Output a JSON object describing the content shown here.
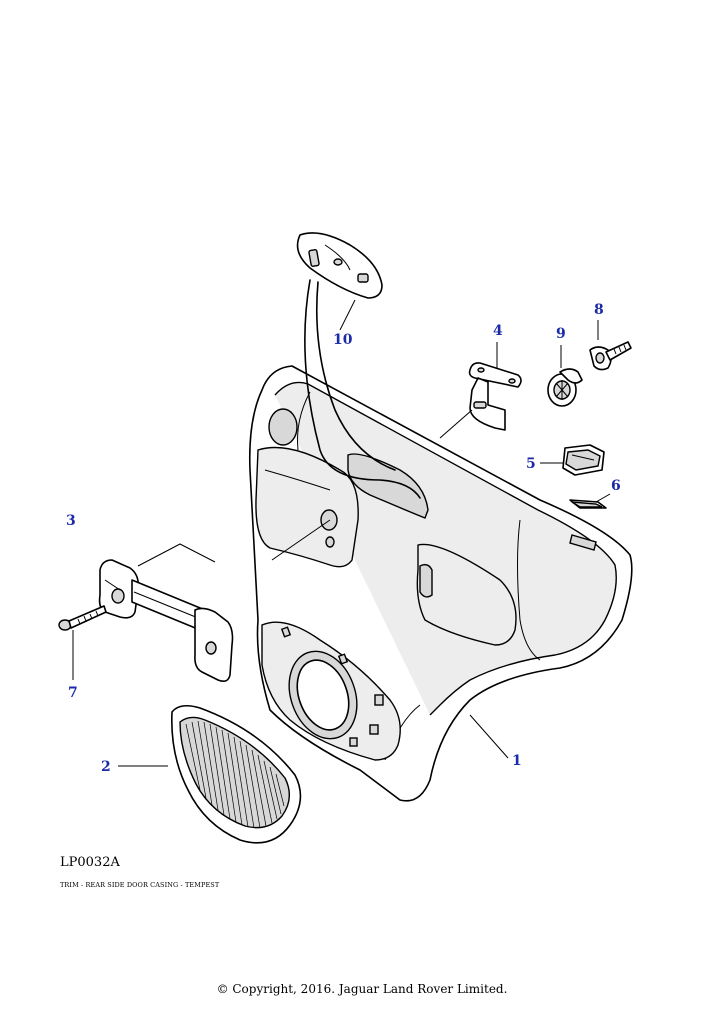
{
  "diagram": {
    "code": "LP0032A",
    "caption": "TRIM - REAR SIDE DOOR CASING - TEMPEST",
    "copyright": "© Copyright, 2016. Jaguar Land Rover Limited.",
    "callouts": {
      "c1": "1",
      "c2": "2",
      "c3": "3",
      "c4": "4",
      "c5": "5",
      "c6": "6",
      "c7": "7",
      "c8": "8",
      "c9": "9",
      "c10": "10"
    },
    "colors": {
      "callout": "#1a2aa8",
      "line": "#000000",
      "shade": "#d8d8d8"
    }
  }
}
